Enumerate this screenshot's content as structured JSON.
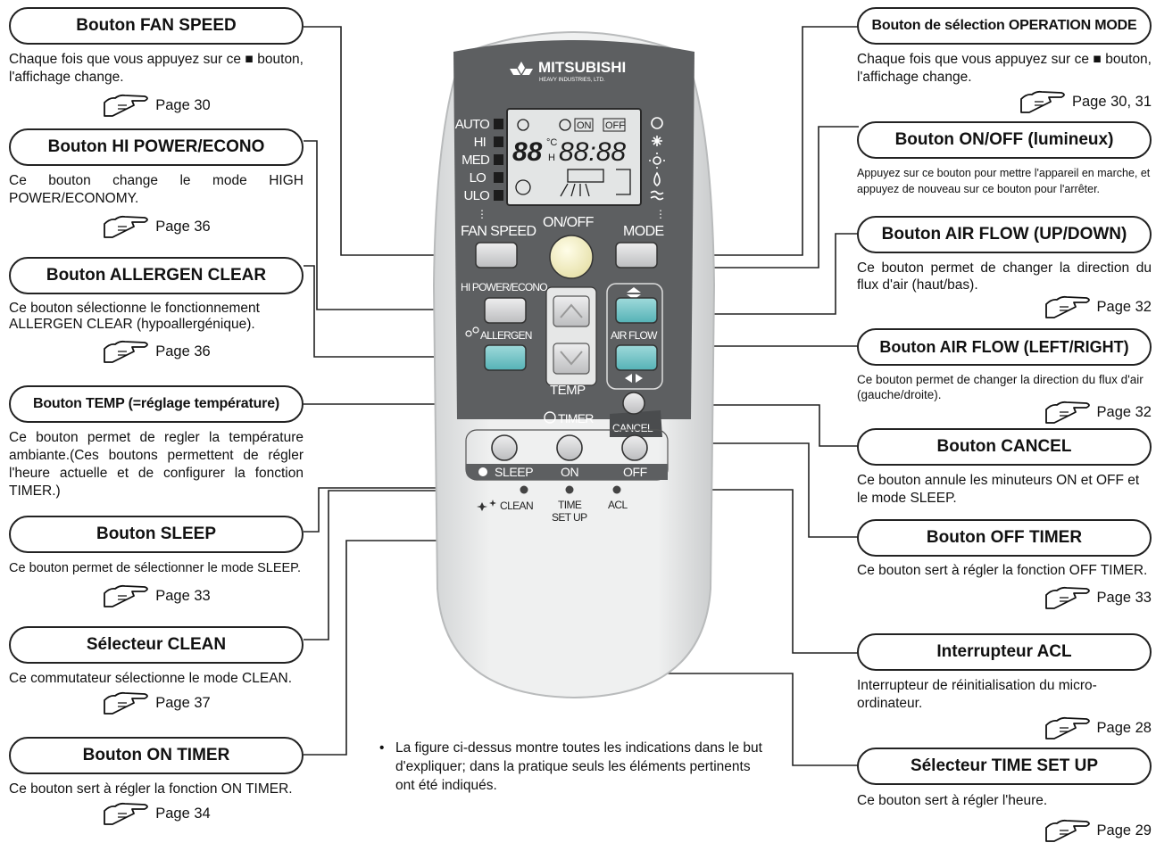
{
  "remote": {
    "brand": "MITSUBISHI",
    "brand_sub": "HEAVY INDUSTRIES, LTD.",
    "display": {
      "fan_levels": [
        "AUTO",
        "HI",
        "MED",
        "LO",
        "ULO"
      ],
      "temp": "88",
      "unit_c": "°C",
      "unit_h": "H",
      "clock": "88:88",
      "on": "ON",
      "off": "OFF"
    },
    "labels": {
      "fan_speed": "FAN SPEED",
      "on_off": "ON/OFF",
      "mode": "MODE",
      "hi_power_econo": "HI POWER/ECONO",
      "allergen": "ALLERGEN",
      "air_flow": "AIR FLOW",
      "temp": "TEMP",
      "timer": "TIMER",
      "cancel": "CANCEL",
      "sleep": "SLEEP",
      "on": "ON",
      "off": "OFF",
      "clean": "CLEAN",
      "time_set_up_1": "TIME",
      "time_set_up_2": "SET UP",
      "acl": "ACL"
    }
  },
  "callouts": {
    "fan_speed": {
      "title": "Bouton FAN SPEED",
      "desc": "Chaque fois que vous appuyez sur ce ■ bouton, l'affichage change.",
      "page": "Page 30"
    },
    "hi_power": {
      "title": "Bouton HI POWER/ECONO",
      "desc": "Ce bouton change le mode HIGH POWER/ECONOMY.",
      "page": "Page 36"
    },
    "allergen": {
      "title": "Bouton ALLERGEN CLEAR",
      "desc": "Ce bouton sélectionne le fonctionnement ALLERGEN CLEAR (hypoallergénique).",
      "page": "Page 36"
    },
    "temp": {
      "title": "Bouton TEMP (=réglage température)",
      "desc": "Ce bouton permet de regler la température ambiante.(Ces boutons permettent de régler l'heure actuelle et de configurer la fonction TIMER.)"
    },
    "sleep": {
      "title": "Bouton SLEEP",
      "desc": "Ce bouton permet de sélectionner le mode SLEEP.",
      "page": "Page 33"
    },
    "clean": {
      "title": "Sélecteur CLEAN",
      "desc": "Ce commutateur sélectionne le mode CLEAN.",
      "page": "Page 37"
    },
    "on_timer": {
      "title": "Bouton ON TIMER",
      "desc": "Ce bouton sert à régler la fonction ON TIMER.",
      "page": "Page 34"
    },
    "mode": {
      "title": "Bouton de sélection OPERATION MODE",
      "desc": "Chaque fois que vous appuyez sur ce ■ bouton, l'affichage change.",
      "page": "Page 30, 31"
    },
    "on_off": {
      "title": "Bouton ON/OFF (lumineux)",
      "desc": "Appuyez sur ce bouton pour mettre l'appareil en marche, et appuyez de nouveau sur ce bouton pour l'arrêter."
    },
    "air_updown": {
      "title": "Bouton AIR FLOW (UP/DOWN)",
      "desc": "Ce bouton permet de changer la direction du flux d'air (haut/bas).",
      "page": "Page 32"
    },
    "air_leftright": {
      "title": "Bouton AIR FLOW (LEFT/RIGHT)",
      "desc": "Ce bouton permet de changer la direction du flux d'air (gauche/droite).",
      "page": "Page 32"
    },
    "cancel": {
      "title": "Bouton CANCEL",
      "desc": "Ce bouton annule les minuteurs ON et OFF et le mode SLEEP."
    },
    "off_timer": {
      "title": "Bouton OFF TIMER",
      "desc": "Ce bouton sert à régler la fonction OFF TIMER.",
      "page": "Page 33"
    },
    "acl": {
      "title": "Interrupteur ACL",
      "desc": "Interrupteur de réinitialisation du micro-ordinateur.",
      "page": "Page 28"
    },
    "time_set_up": {
      "title": "Sélecteur TIME SET UP",
      "desc": "Ce bouton sert à régler l'heure.",
      "page": "Page 29"
    }
  },
  "note": {
    "bullet": "•",
    "text": "La figure ci-dessus montre toutes les indications dans le but d'expliquer; dans la pratique seuls les éléments pertinents ont été indiqués."
  },
  "colors": {
    "teal_button": "#6ec3c6",
    "gray_button": "#cfd0d2",
    "onoff_button": "#f4f1c8",
    "remote_body": "#e9eaea",
    "remote_panel": "#5d5f61"
  }
}
